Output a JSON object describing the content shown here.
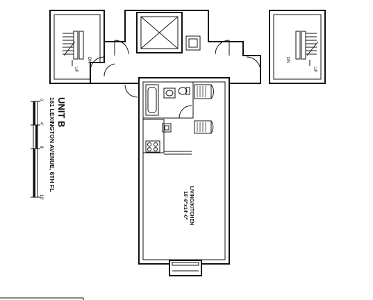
{
  "title": {
    "unit": "UNIT B",
    "address": "161 LEXINGTON AVENUE, 6TH FL"
  },
  "room": {
    "name": "LIVING/KITCHEN",
    "dims": "16'-8\"x14'-0\""
  },
  "stairs": {
    "up_label": "UP",
    "down_label": "DN"
  },
  "scale_bar": {
    "ticks": [
      "0",
      "4'",
      "8'",
      "16'"
    ]
  },
  "icons": [
    "elevator-icon",
    "bathtub-icon",
    "toilet-icon",
    "sink-icon",
    "stove-icon",
    "closet-icon",
    "door-swing-icon",
    "compass-scale-icon"
  ]
}
